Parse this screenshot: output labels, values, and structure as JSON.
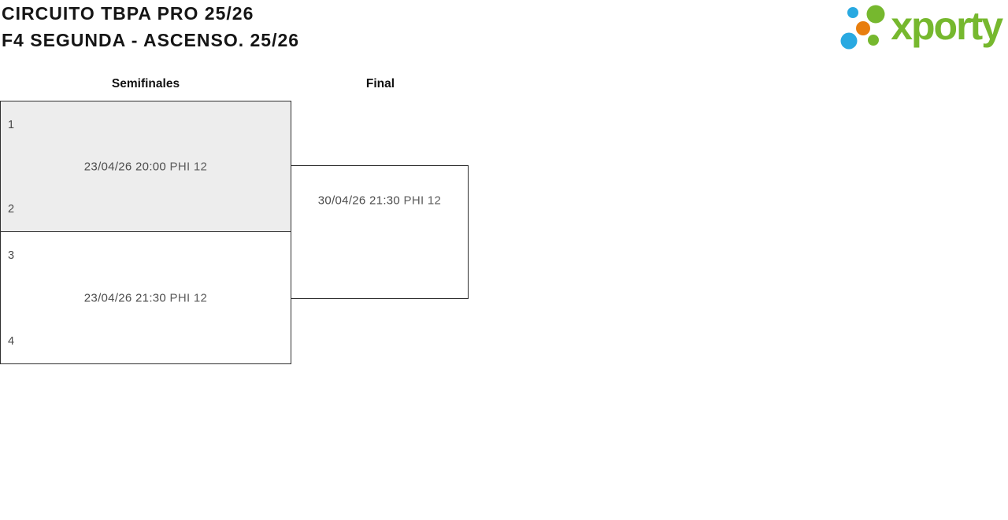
{
  "page": {
    "title_line1": "CIRCUITO TBPA PRO 25/26",
    "title_line2": "F4 SEGUNDA - ASCENSO. 25/26"
  },
  "logo": {
    "text": "xporty"
  },
  "bracket": {
    "rounds": [
      {
        "label": "Semifinales",
        "matches": [
          {
            "slot_top": "1",
            "slot_bottom": "2",
            "datetime": "23/04/26 20:00",
            "court": "PHI 12"
          },
          {
            "slot_top": "3",
            "slot_bottom": "4",
            "datetime": "23/04/26 21:30",
            "court": "PHI 12"
          }
        ]
      },
      {
        "label": "Final",
        "matches": [
          {
            "datetime": "30/04/26 21:30",
            "court": "PHI 12"
          }
        ]
      }
    ]
  },
  "colors": {
    "highlight_fill": "#ededed",
    "border": "#2f2f2f",
    "logo_green": "#76b82e",
    "logo_blue": "#29a9e1",
    "logo_orange": "#e87e0e",
    "text_dark": "#151515",
    "text_muted": "#4d4d4d"
  }
}
